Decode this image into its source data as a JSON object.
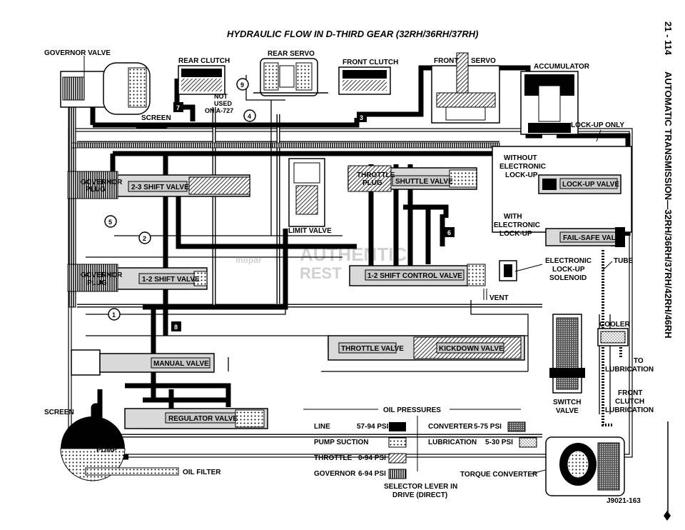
{
  "title": "HYDRAULIC FLOW IN D-THIRD GEAR (32RH/36RH/37RH)",
  "side_header": {
    "page": "21 - 114",
    "section": "AUTOMATIC TRANSMISSION—32RH/36RH/37RH/42RH/46RH"
  },
  "components": {
    "governor_valve": "GOVERNOR VALVE",
    "rear_clutch": "REAR CLUTCH",
    "rear_servo": "REAR SERVO",
    "front_clutch": "FRONT CLUTCH",
    "front_servo_a": "FRONT",
    "front_servo_b": "SERVO",
    "accumulator": "ACCUMULATOR",
    "not_used_1": "NOT",
    "not_used_2": "USED",
    "not_used_3": "ON A-727",
    "screen_top": "SCREEN",
    "lockup_only": "LOCK-UP ONLY",
    "governor_plug_1a": "GOVERNOR",
    "governor_plug_1b": "PLUG",
    "shift_valve_23": "2-3 SHIFT VALVE",
    "limit_valve": "LIMIT VALVE",
    "throttle_plug_a": "THROTTLE",
    "throttle_plug_b": "PLUG",
    "shuttle_valve": "SHUTTLE VALVE",
    "without_el_1": "WITHOUT",
    "without_el_2": "ELECTRONIC",
    "without_el_3": "LOCK-UP",
    "lockup_valve": "LOCK-UP VALVE",
    "with_el_1": "WITH",
    "with_el_2": "ELECTRONIC",
    "with_el_3": "LOCK-UP",
    "failsafe_valve": "FAIL-SAFE VALVE",
    "solenoid_1": "ELECTRONIC",
    "solenoid_2": "LOCK-UP",
    "solenoid_3": "SOLENOID",
    "tube": "TUBE",
    "governor_plug_2a": "GOVERNOR",
    "governor_plug_2b": "PLUG",
    "shift_valve_12": "1-2 SHIFT VALVE",
    "control_valve_12": "1-2 SHIFT CONTROL VALVE",
    "vent": "VENT",
    "cooler": "COOLER",
    "to_lube_1": "TO",
    "to_lube_2": "LUBRICATION",
    "throttle_valve": "THROTTLE VALVE",
    "kickdown_valve": "KICKDOWN VALVE",
    "manual_valve": "MANUAL VALVE",
    "screen_bottom": "SCREEN",
    "regulator_valve": "REGULATOR VALVE",
    "pump": "PUMP",
    "oil_filter": "OIL FILTER",
    "switch_valve_1": "SWITCH",
    "switch_valve_2": "VALVE",
    "front_clutch_lube_1": "FRONT",
    "front_clutch_lube_2": "CLUTCH",
    "front_clutch_lube_3": "LUBRICATION",
    "torque_converter": "TORQUE CONVERTER"
  },
  "circuit_numbers": [
    "1",
    "2",
    "3",
    "4",
    "5",
    "6",
    "7",
    "8",
    "9"
  ],
  "legend": {
    "heading": "OIL PRESSURES",
    "items": [
      {
        "name": "LINE",
        "range": "57-94 PSI",
        "pattern": "solid"
      },
      {
        "name": "PUMP SUCTION",
        "range": "",
        "pattern": "dots"
      },
      {
        "name": "THROTTLE",
        "range": "0-94 PSI",
        "pattern": "hatch"
      },
      {
        "name": "GOVERNOR",
        "range": "6-94 PSI",
        "pattern": "vertical"
      },
      {
        "name": "CONVERTER",
        "range": "5-75 PSI",
        "pattern": "dense"
      },
      {
        "name": "LUBRICATION",
        "range": "5-30 PSI",
        "pattern": "stipple"
      }
    ]
  },
  "selector_1": "SELECTOR LEVER IN",
  "selector_2": "DRIVE (DIRECT)",
  "figure_id": "J9021-163",
  "watermark_1": "AUTHENTIC",
  "watermark_2": "REST",
  "watermark_3": "mopar"
}
